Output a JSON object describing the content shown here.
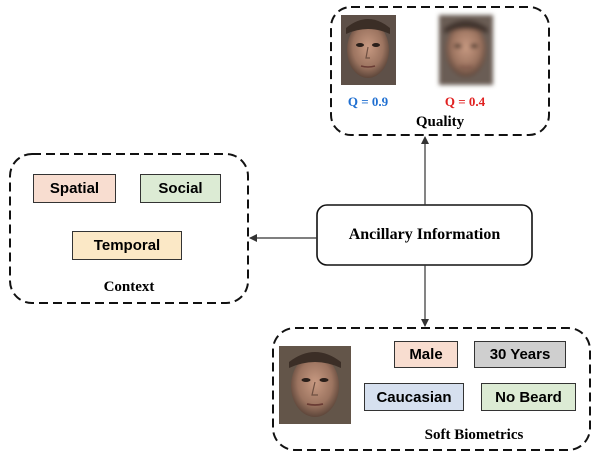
{
  "center": {
    "label": "Ancillary Information"
  },
  "quality": {
    "title": "Quality",
    "samples": [
      {
        "label": "Q = 0.9",
        "color": "#1f6fd1"
      },
      {
        "label": "Q = 0.4",
        "color": "#e02020"
      }
    ]
  },
  "context": {
    "title": "Context",
    "tags": [
      {
        "label": "Spatial",
        "color": "#f8ddd0"
      },
      {
        "label": "Social",
        "color": "#dcebd4"
      },
      {
        "label": "Temporal",
        "color": "#fbe8c6"
      }
    ]
  },
  "soft_biometrics": {
    "title": "Soft Biometrics",
    "tags": [
      {
        "label": "Male",
        "color": "#f8ddd0"
      },
      {
        "label": "30 Years",
        "color": "#cfcfcf"
      },
      {
        "label": "Caucasian",
        "color": "#d6e0ef"
      },
      {
        "label": "No Beard",
        "color": "#dcebd4"
      }
    ]
  }
}
